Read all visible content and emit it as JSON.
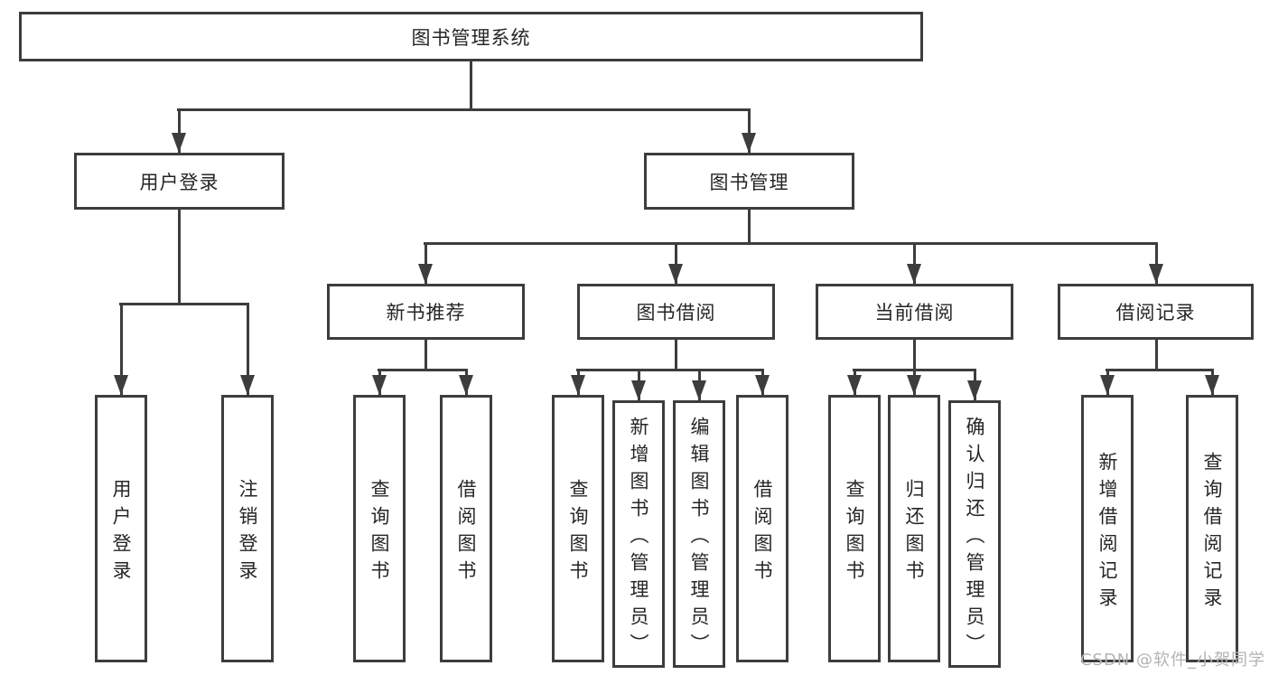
{
  "diagram_title": "图书管理系统",
  "watermark": "CSDN @软件_小贺同学",
  "colors": {
    "line": "#3d3d3d",
    "text": "#262626",
    "background": "#ffffff",
    "watermark": "#b3b3b3"
  },
  "nodes": {
    "root": {
      "label": "图书管理系统"
    },
    "user_login": {
      "label": "用户登录"
    },
    "book_mgmt": {
      "label": "图书管理"
    },
    "new_book_rec": {
      "label": "新书推荐"
    },
    "book_borrow": {
      "label": "图书借阅"
    },
    "current_borrow": {
      "label": "当前借阅"
    },
    "borrow_record": {
      "label": "借阅记录"
    },
    "leaf_user_login": {
      "label": "用户登录"
    },
    "leaf_logout_login": {
      "label": "注销登录"
    },
    "leaf_query_book_rec": {
      "label": "查询图书"
    },
    "leaf_borrow_book_rec": {
      "label": "借阅图书"
    },
    "leaf_query_book_borrow": {
      "label": "查询图书"
    },
    "leaf_add_book_admin": {
      "label": "新增图书（管理员）"
    },
    "leaf_edit_book_admin": {
      "label": "编辑图书（管理员）"
    },
    "leaf_borrow_book_borrow": {
      "label": "借阅图书"
    },
    "leaf_query_book_current": {
      "label": "查询图书"
    },
    "leaf_return_book": {
      "label": "归还图书"
    },
    "leaf_confirm_return_admin": {
      "label": "确认归还（管理员）"
    },
    "leaf_add_borrow_record": {
      "label": "新增借阅记录"
    },
    "leaf_query_borrow_record": {
      "label": "查询借阅记录"
    }
  }
}
